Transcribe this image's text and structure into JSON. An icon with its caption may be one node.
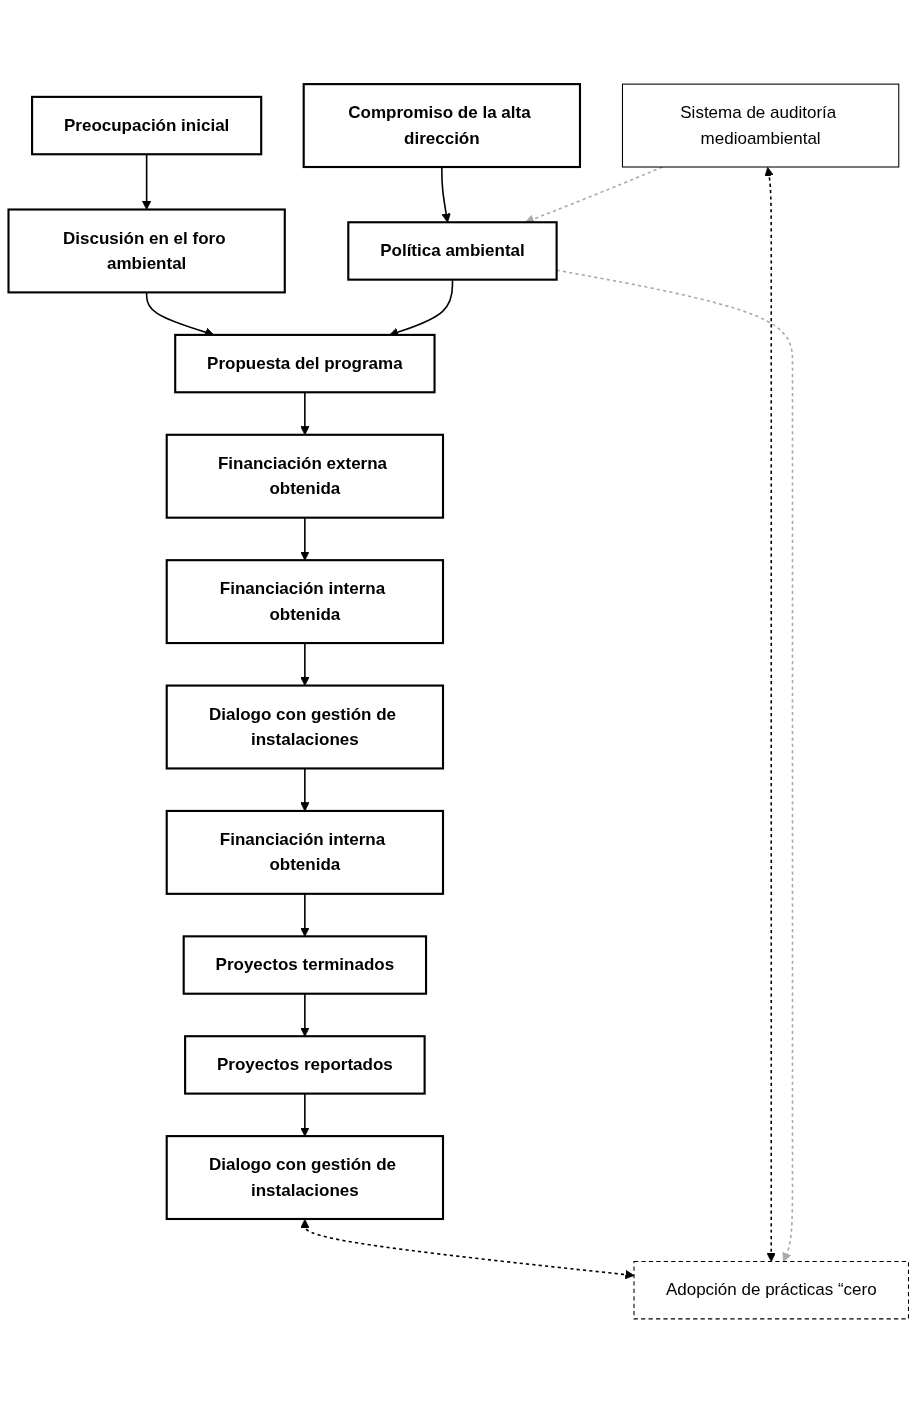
{
  "diagram": {
    "nodes": [
      {
        "text": [
          "Preocupación inicial"
        ]
      },
      {
        "text": [
          "Discusión en el foro ambiental"
        ]
      },
      {
        "text": [
          "Compromiso de la alta dirección"
        ]
      },
      {
        "text": [
          "Política ambiental"
        ]
      },
      {
        "text": [
          "Propuesta del programa"
        ]
      },
      {
        "text": [
          "Financiación externa obtenida"
        ]
      },
      {
        "text": [
          "Financiación interna obtenida"
        ]
      },
      {
        "text": [
          "Sistema de auditoría medioambiental"
        ]
      },
      {
        "text": [
          "Adopción de prácticas “cero"
        ]
      },
      {
        "text": [
          "Dialogo con gestión de instalaciones"
        ]
      },
      {
        "text": [
          "Dialogo con gestión de instalaciones"
        ]
      },
      {
        "text": [
          "Financiación interna obtenida"
        ]
      },
      {
        "text": [
          "Proyectos reportados"
        ]
      },
      {
        "text": [
          "Proyectos terminados"
        ]
      }
    ],
    "edges": [
      {
        "from": 0,
        "to": 1,
        "arrow": "to"
      },
      {
        "from": 1,
        "to": 4,
        "arrow": "to"
      },
      {
        "from": 2,
        "to": 3,
        "arrow": "to"
      },
      {
        "from": 3,
        "to": 4,
        "arrow": "to"
      },
      {
        "from": 4,
        "to": 5,
        "arrow": "to"
      },
      {
        "from": 5,
        "to": 6,
        "arrow": "to"
      },
      {
        "from": 6,
        "to": 9,
        "arrow": "to"
      },
      {
        "from": 9,
        "to": 11,
        "arrow": "to"
      },
      {
        "from": 11,
        "to": 13,
        "arrow": "to"
      },
      {
        "from": 13,
        "to": 12,
        "arrow": "to"
      },
      {
        "from": 12,
        "to": 10,
        "arrow": "to"
      },
      {
        "from": 10,
        "to": 8,
        "arrow": "both",
        "style": "dashed"
      },
      {
        "from": 7,
        "to": 8,
        "arrow": "both",
        "style": "dashed"
      },
      {
        "from": 3,
        "to": 8,
        "arrow": "to",
        "style": "dashed",
        "color": "#aaaaaa"
      },
      {
        "from": 7,
        "to": 3,
        "arrow": "to",
        "style": "dashed",
        "color": "#aaaaaa"
      }
    ]
  }
}
